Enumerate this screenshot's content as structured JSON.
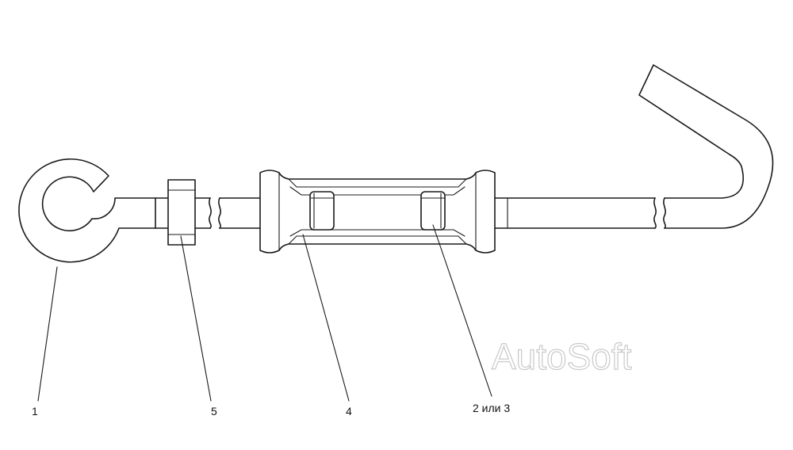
{
  "callouts": [
    {
      "id": "1",
      "label": "1"
    },
    {
      "id": "5",
      "label": "5"
    },
    {
      "id": "4",
      "label": "4"
    },
    {
      "id": "2-3",
      "label": "2 или 3"
    }
  ],
  "watermark": "AutoSoft",
  "colors": {
    "line": "#1a1a1a",
    "watermark_stroke": "#c9c9c9",
    "background": "#ffffff"
  }
}
